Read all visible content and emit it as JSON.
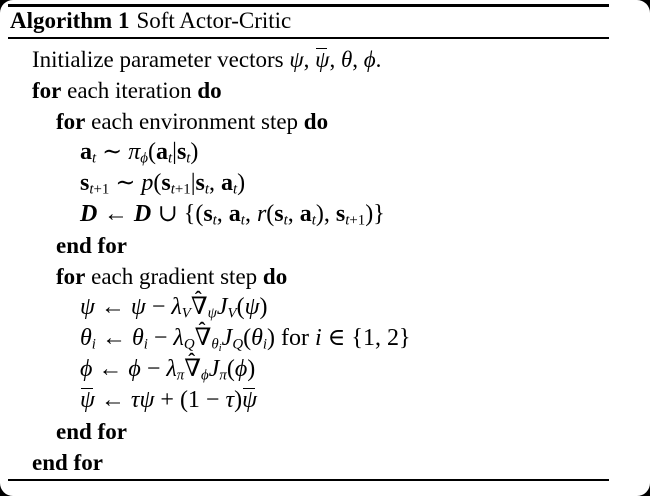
{
  "window": {
    "background_color": "#000000",
    "card_color": "#ffffff",
    "text_color": "#000000"
  },
  "algorithm": {
    "label": "Algorithm 1",
    "title": "Soft Actor-Critic",
    "lines": [
      {
        "indent": 0,
        "math": false,
        "tokens": [
          {
            "t": "Initialize parameter vectors "
          },
          {
            "t": "ψ",
            "s": "i"
          },
          {
            "t": ", "
          },
          {
            "t": "ψ",
            "s": "i bar"
          },
          {
            "t": ", "
          },
          {
            "t": "θ",
            "s": "i"
          },
          {
            "t": ", "
          },
          {
            "t": "ϕ",
            "s": "i"
          },
          {
            "t": "."
          }
        ]
      },
      {
        "indent": 0,
        "math": false,
        "tokens": [
          {
            "t": "for",
            "s": "b"
          },
          {
            "t": " each iteration "
          },
          {
            "t": "do",
            "s": "b"
          }
        ]
      },
      {
        "indent": 1,
        "math": false,
        "tokens": [
          {
            "t": "for",
            "s": "b"
          },
          {
            "t": " each environment step "
          },
          {
            "t": "do",
            "s": "b"
          }
        ]
      },
      {
        "indent": 2,
        "math": true,
        "tokens": [
          {
            "t": "a",
            "s": "mb"
          },
          {
            "t": "t",
            "s": "i sub"
          },
          {
            "t": " ∼ "
          },
          {
            "t": "π",
            "s": "i"
          },
          {
            "t": "ϕ",
            "s": "i sub"
          },
          {
            "t": "("
          },
          {
            "t": "a",
            "s": "mb"
          },
          {
            "t": "t",
            "s": "i sub"
          },
          {
            "t": "|"
          },
          {
            "t": "s",
            "s": "mb"
          },
          {
            "t": "t",
            "s": "i sub"
          },
          {
            "t": ")"
          }
        ]
      },
      {
        "indent": 2,
        "math": true,
        "tokens": [
          {
            "t": "s",
            "s": "mb"
          },
          {
            "t": "t",
            "s": "i sub"
          },
          {
            "t": "+1",
            "s": "sub"
          },
          {
            "t": " ∼ "
          },
          {
            "t": "p",
            "s": "i"
          },
          {
            "t": "("
          },
          {
            "t": "s",
            "s": "mb"
          },
          {
            "t": "t",
            "s": "i sub"
          },
          {
            "t": "+1",
            "s": "sub"
          },
          {
            "t": "|"
          },
          {
            "t": "s",
            "s": "mb"
          },
          {
            "t": "t",
            "s": "i sub"
          },
          {
            "t": ", "
          },
          {
            "t": "a",
            "s": "mb"
          },
          {
            "t": "t",
            "s": "i sub"
          },
          {
            "t": ")"
          }
        ]
      },
      {
        "indent": 2,
        "math": true,
        "tokens": [
          {
            "t": "D",
            "s": "cal"
          },
          {
            "t": " ← "
          },
          {
            "t": "D",
            "s": "cal"
          },
          {
            "t": " ∪ {("
          },
          {
            "t": "s",
            "s": "mb"
          },
          {
            "t": "t",
            "s": "i sub"
          },
          {
            "t": ", "
          },
          {
            "t": "a",
            "s": "mb"
          },
          {
            "t": "t",
            "s": "i sub"
          },
          {
            "t": ", "
          },
          {
            "t": "r",
            "s": "i"
          },
          {
            "t": "("
          },
          {
            "t": "s",
            "s": "mb"
          },
          {
            "t": "t",
            "s": "i sub"
          },
          {
            "t": ", "
          },
          {
            "t": "a",
            "s": "mb"
          },
          {
            "t": "t",
            "s": "i sub"
          },
          {
            "t": "), "
          },
          {
            "t": "s",
            "s": "mb"
          },
          {
            "t": "t",
            "s": "i sub"
          },
          {
            "t": "+1",
            "s": "sub"
          },
          {
            "t": ")}"
          }
        ]
      },
      {
        "indent": 1,
        "math": false,
        "tokens": [
          {
            "t": "end for",
            "s": "b"
          }
        ]
      },
      {
        "indent": 1,
        "math": false,
        "tokens": [
          {
            "t": "for",
            "s": "b"
          },
          {
            "t": " each gradient step "
          },
          {
            "t": "do",
            "s": "b"
          }
        ]
      },
      {
        "indent": 2,
        "math": true,
        "tokens": [
          {
            "t": "ψ",
            "s": "i"
          },
          {
            "t": " ← "
          },
          {
            "t": "ψ",
            "s": "i"
          },
          {
            "t": " − "
          },
          {
            "t": "λ",
            "s": "i"
          },
          {
            "t": "V",
            "s": "i sub"
          },
          {
            "t": "ˆ",
            "s": "hat"
          },
          {
            "t": "∇"
          },
          {
            "t": "ψ",
            "s": "i sub"
          },
          {
            "t": "J",
            "s": "i"
          },
          {
            "t": "V",
            "s": "i sub"
          },
          {
            "t": "("
          },
          {
            "t": "ψ",
            "s": "i"
          },
          {
            "t": ")"
          }
        ]
      },
      {
        "indent": 2,
        "math": true,
        "tokens": [
          {
            "t": "θ",
            "s": "i"
          },
          {
            "t": "i",
            "s": "i sub"
          },
          {
            "t": " ← "
          },
          {
            "t": "θ",
            "s": "i"
          },
          {
            "t": "i",
            "s": "i sub"
          },
          {
            "t": " − "
          },
          {
            "t": "λ",
            "s": "i"
          },
          {
            "t": "Q",
            "s": "i sub"
          },
          {
            "t": "ˆ",
            "s": "hat"
          },
          {
            "t": "∇"
          },
          {
            "t": "θ",
            "s": "i sub"
          },
          {
            "t": "i",
            "s": "i subsub"
          },
          {
            "t": "J",
            "s": "i"
          },
          {
            "t": "Q",
            "s": "i sub"
          },
          {
            "t": "("
          },
          {
            "t": "θ",
            "s": "i"
          },
          {
            "t": "i",
            "s": "i sub"
          },
          {
            "t": ")"
          },
          {
            "t": " for "
          },
          {
            "t": "i",
            "s": "i"
          },
          {
            "t": " ∈ {1, 2}"
          }
        ]
      },
      {
        "indent": 2,
        "math": true,
        "tokens": [
          {
            "t": "ϕ",
            "s": "i"
          },
          {
            "t": " ← "
          },
          {
            "t": "ϕ",
            "s": "i"
          },
          {
            "t": " − "
          },
          {
            "t": "λ",
            "s": "i"
          },
          {
            "t": "π",
            "s": "i sub"
          },
          {
            "t": "ˆ",
            "s": "hat"
          },
          {
            "t": "∇"
          },
          {
            "t": "ϕ",
            "s": "i sub"
          },
          {
            "t": "J",
            "s": "i"
          },
          {
            "t": "π",
            "s": "i sub"
          },
          {
            "t": "("
          },
          {
            "t": "ϕ",
            "s": "i"
          },
          {
            "t": ")"
          }
        ]
      },
      {
        "indent": 2,
        "math": true,
        "tokens": [
          {
            "t": "ψ",
            "s": "i bar"
          },
          {
            "t": " ← "
          },
          {
            "t": "τ",
            "s": "i"
          },
          {
            "t": "ψ",
            "s": "i"
          },
          {
            "t": " + (1 − "
          },
          {
            "t": "τ",
            "s": "i"
          },
          {
            "t": ")"
          },
          {
            "t": "ψ",
            "s": "i bar"
          }
        ]
      },
      {
        "indent": 1,
        "math": false,
        "tokens": [
          {
            "t": "end for",
            "s": "b"
          }
        ]
      },
      {
        "indent": 0,
        "math": false,
        "tokens": [
          {
            "t": "end for",
            "s": "b"
          }
        ]
      }
    ]
  }
}
